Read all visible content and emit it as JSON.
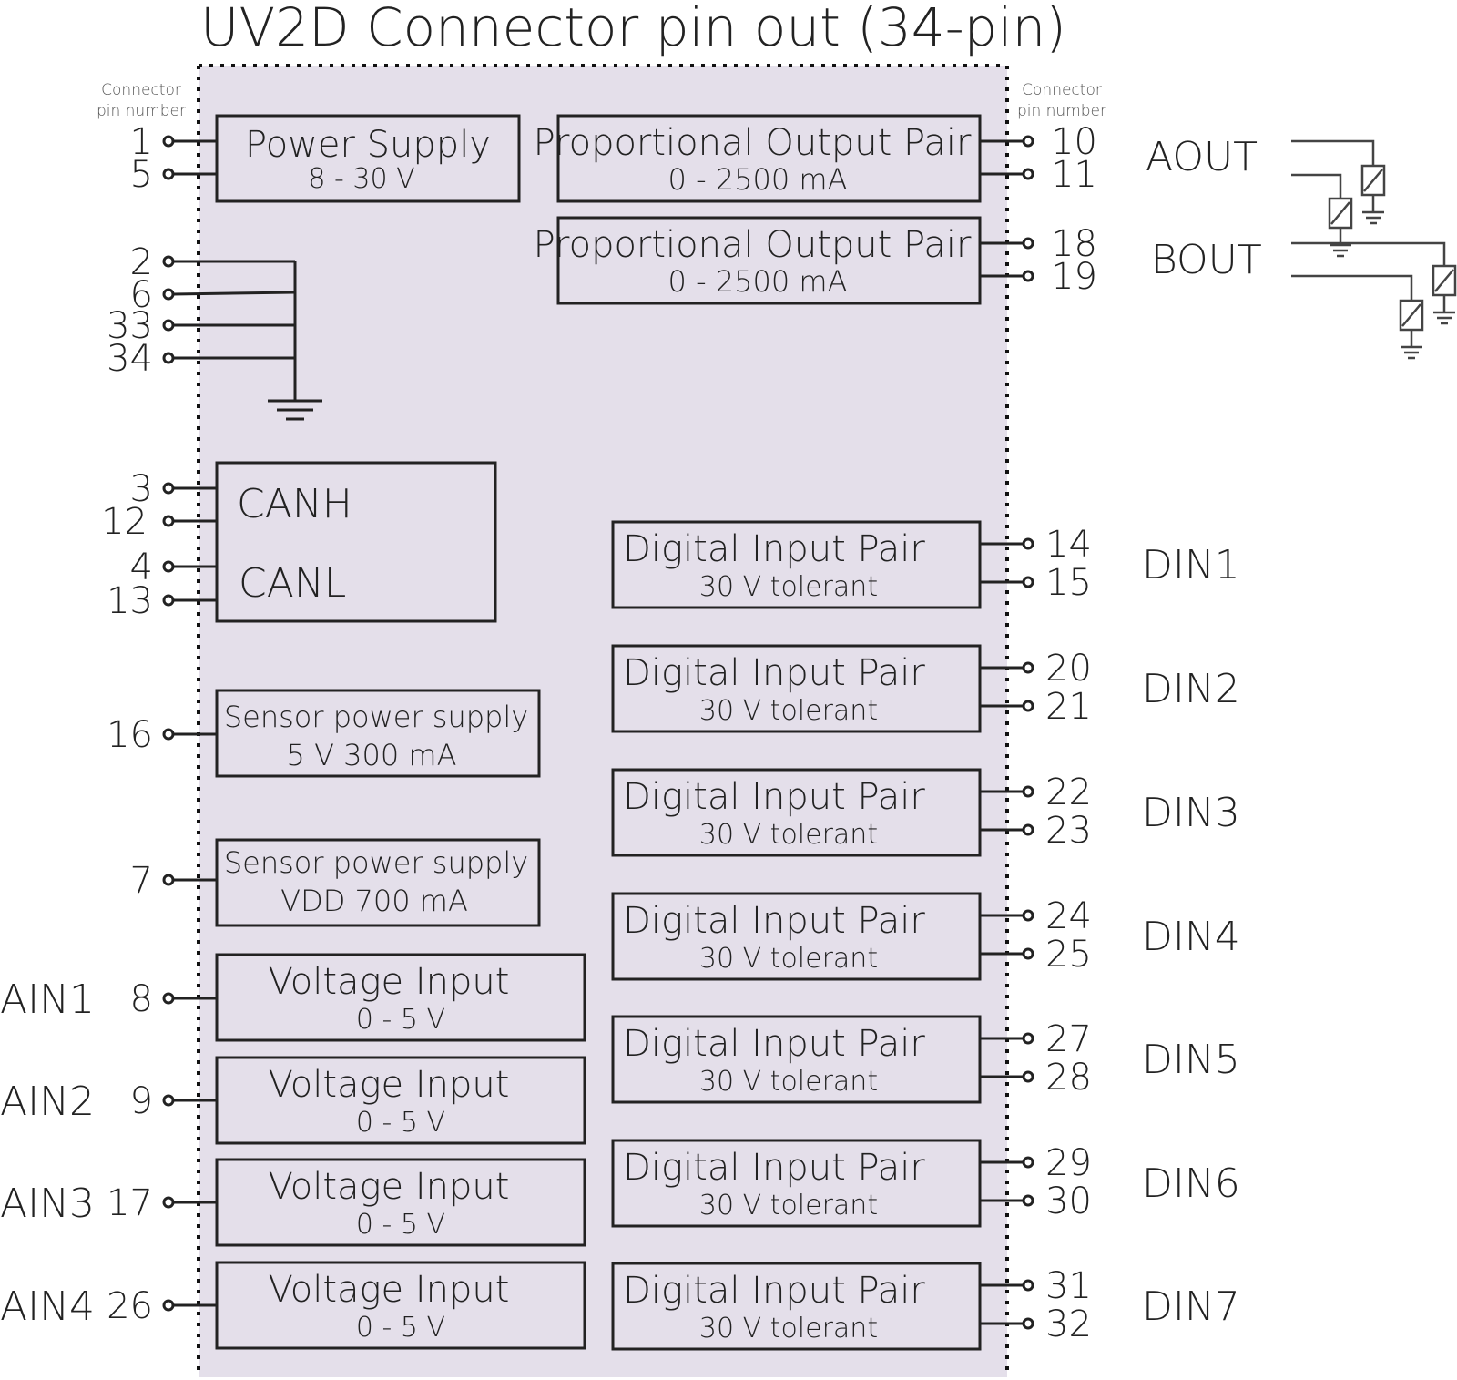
{
  "title": "UV2D Connector pin out (34-pin)",
  "connector_label": {
    "left": [
      "Connector",
      "pin number"
    ],
    "right": [
      "Connector",
      "pin number"
    ]
  },
  "power_supply": {
    "title": "Power Supply",
    "subtitle": "8 - 30 V",
    "pins": [
      "1",
      "5"
    ]
  },
  "ground_pins": [
    "2",
    "6",
    "33",
    "34"
  ],
  "can": {
    "label_h": "CANH",
    "label_l": "CANL",
    "pins_h": [
      "3",
      "12"
    ],
    "pins_l": [
      "4",
      "13"
    ]
  },
  "sensor_supplies": [
    {
      "pin": "16",
      "title": "Sensor power supply",
      "subtitle": "5 V 300 mA"
    },
    {
      "pin": "7",
      "title": "Sensor power supply",
      "subtitle": "VDD 700 mA"
    }
  ],
  "voltage_inputs": [
    {
      "signal": "AIN1",
      "pin": "8",
      "title": "Voltage Input",
      "subtitle": "0 - 5 V"
    },
    {
      "signal": "AIN2",
      "pin": "9",
      "title": "Voltage Input",
      "subtitle": "0 - 5 V"
    },
    {
      "signal": "AIN3",
      "pin": "17",
      "title": "Voltage Input",
      "subtitle": "0 - 5 V"
    },
    {
      "signal": "AIN4",
      "pin": "26",
      "title": "Voltage Input",
      "subtitle": "0 - 5 V"
    }
  ],
  "proportional_outputs": [
    {
      "signal": "AOUT",
      "pins": [
        "10",
        "11"
      ],
      "title": "Proportional Output Pair",
      "subtitle": "0 - 2500 mA"
    },
    {
      "signal": "BOUT",
      "pins": [
        "18",
        "19"
      ],
      "title": "Proportional Output Pair",
      "subtitle": "0 - 2500 mA"
    }
  ],
  "digital_inputs": [
    {
      "signal": "DIN1",
      "pins": [
        "14",
        "15"
      ],
      "title": "Digital Input Pair",
      "subtitle": "30 V tolerant"
    },
    {
      "signal": "DIN2",
      "pins": [
        "20",
        "21"
      ],
      "title": "Digital Input Pair",
      "subtitle": "30 V tolerant"
    },
    {
      "signal": "DIN3",
      "pins": [
        "22",
        "23"
      ],
      "title": "Digital Input Pair",
      "subtitle": "30 V tolerant"
    },
    {
      "signal": "DIN4",
      "pins": [
        "24",
        "25"
      ],
      "title": "Digital Input Pair",
      "subtitle": "30 V tolerant"
    },
    {
      "signal": "DIN5",
      "pins": [
        "27",
        "28"
      ],
      "title": "Digital Input Pair",
      "subtitle": "30 V tolerant"
    },
    {
      "signal": "DIN6",
      "pins": [
        "29",
        "30"
      ],
      "title": "Digital Input Pair",
      "subtitle": "30 V tolerant"
    },
    {
      "signal": "DIN7",
      "pins": [
        "31",
        "32"
      ],
      "title": "Digital Input Pair",
      "subtitle": "30 V tolerant"
    }
  ],
  "colors": {
    "module_fill": "#e4dfea",
    "line": "#222222",
    "label": "#555555"
  }
}
